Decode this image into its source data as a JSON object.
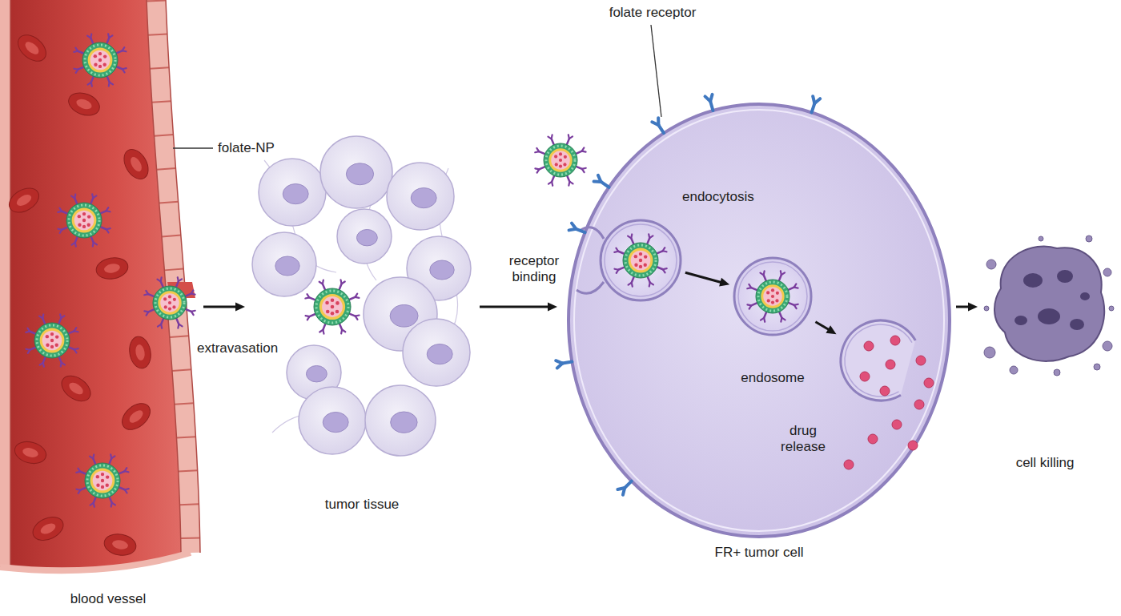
{
  "diagram": {
    "nodes": [
      {
        "text": [
          "blood vessel"
        ]
      },
      {
        "text": [
          "tumor tissue"
        ]
      },
      {
        "text": [
          "FR+ tumor cell"
        ]
      },
      {
        "text": [
          "endocytosis"
        ],
        "in": 2
      },
      {
        "text": [
          "endosome"
        ],
        "in": 2
      },
      {
        "text": [
          "drug release"
        ],
        "in": 2
      },
      {
        "text": [
          "cell killing"
        ]
      }
    ],
    "edges": [
      {
        "from": 0,
        "to": 1,
        "arrow": "to"
      },
      {
        "from": 1,
        "to": 2,
        "arrow": "to"
      },
      {
        "from": 3,
        "to": 4,
        "arrow": "to"
      },
      {
        "from": 4,
        "to": 5,
        "arrow": "to"
      },
      {
        "from": 2,
        "to": 6,
        "arrow": "to"
      }
    ],
    "labels": [
      "folate-NP",
      "extravasation",
      "folate receptor",
      "receptor binding"
    ]
  }
}
